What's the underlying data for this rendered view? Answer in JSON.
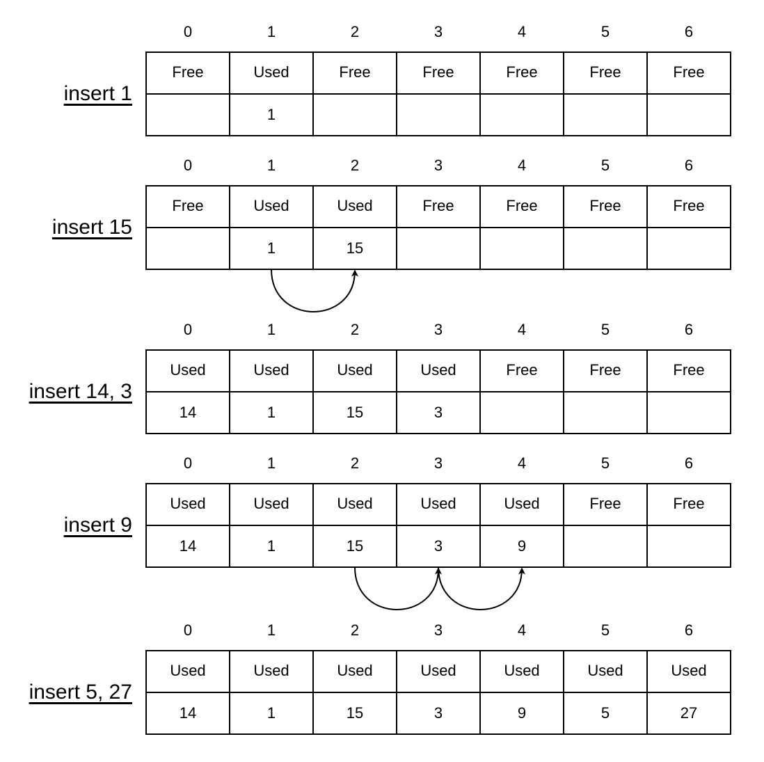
{
  "indices": [
    "0",
    "1",
    "2",
    "3",
    "4",
    "5",
    "6"
  ],
  "steps": [
    {
      "label": "insert 1",
      "status": [
        "Free",
        "Used",
        "Free",
        "Free",
        "Free",
        "Free",
        "Free"
      ],
      "values": [
        "",
        "1",
        "",
        "",
        "",
        "",
        ""
      ],
      "probes": []
    },
    {
      "label": "insert 15",
      "status": [
        "Free",
        "Used",
        "Used",
        "Free",
        "Free",
        "Free",
        "Free"
      ],
      "values": [
        "",
        "1",
        "15",
        "",
        "",
        "",
        ""
      ],
      "probes": [
        {
          "from": 1,
          "to": 2
        }
      ]
    },
    {
      "label": "insert 14, 3",
      "status": [
        "Used",
        "Used",
        "Used",
        "Used",
        "Free",
        "Free",
        "Free"
      ],
      "values": [
        "14",
        "1",
        "15",
        "3",
        "",
        "",
        ""
      ],
      "probes": []
    },
    {
      "label": "insert 9",
      "status": [
        "Used",
        "Used",
        "Used",
        "Used",
        "Used",
        "Free",
        "Free"
      ],
      "values": [
        "14",
        "1",
        "15",
        "3",
        "9",
        "",
        ""
      ],
      "probes": [
        {
          "from": 2,
          "to": 3
        },
        {
          "from": 3,
          "to": 4
        }
      ]
    },
    {
      "label": "insert 5, 27",
      "status": [
        "Used",
        "Used",
        "Used",
        "Used",
        "Used",
        "Used",
        "Used"
      ],
      "values": [
        "14",
        "1",
        "15",
        "3",
        "9",
        "5",
        "27"
      ],
      "probes": []
    }
  ],
  "colors": {
    "line": "#000000",
    "background": "#ffffff"
  }
}
